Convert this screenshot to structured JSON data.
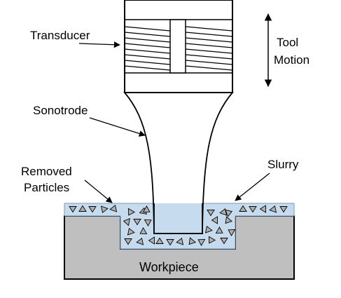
{
  "labels": {
    "transducer": "Transducer",
    "tool_motion_line1": "Tool",
    "tool_motion_line2": "Motion",
    "sonotrode": "Sonotrode",
    "removed_line1": "Removed",
    "removed_line2": "Particles",
    "slurry": "Slurry",
    "workpiece": "Workpiece"
  },
  "colors": {
    "workpiece": "#bfbfbf",
    "slurry": "#c6dcee",
    "particle": "#b0b0b0",
    "outline": "#000000",
    "background": "#ffffff"
  }
}
